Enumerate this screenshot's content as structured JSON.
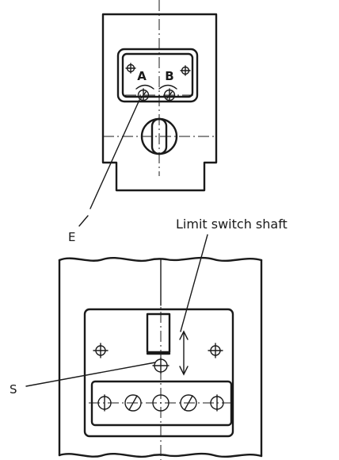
{
  "labels": {
    "limit_switch_shaft": "Limit switch shaft",
    "e": "E",
    "s": "S",
    "a": "A",
    "b": "B"
  },
  "colors": {
    "line": "#1a1a1a",
    "background": "#ffffff"
  }
}
